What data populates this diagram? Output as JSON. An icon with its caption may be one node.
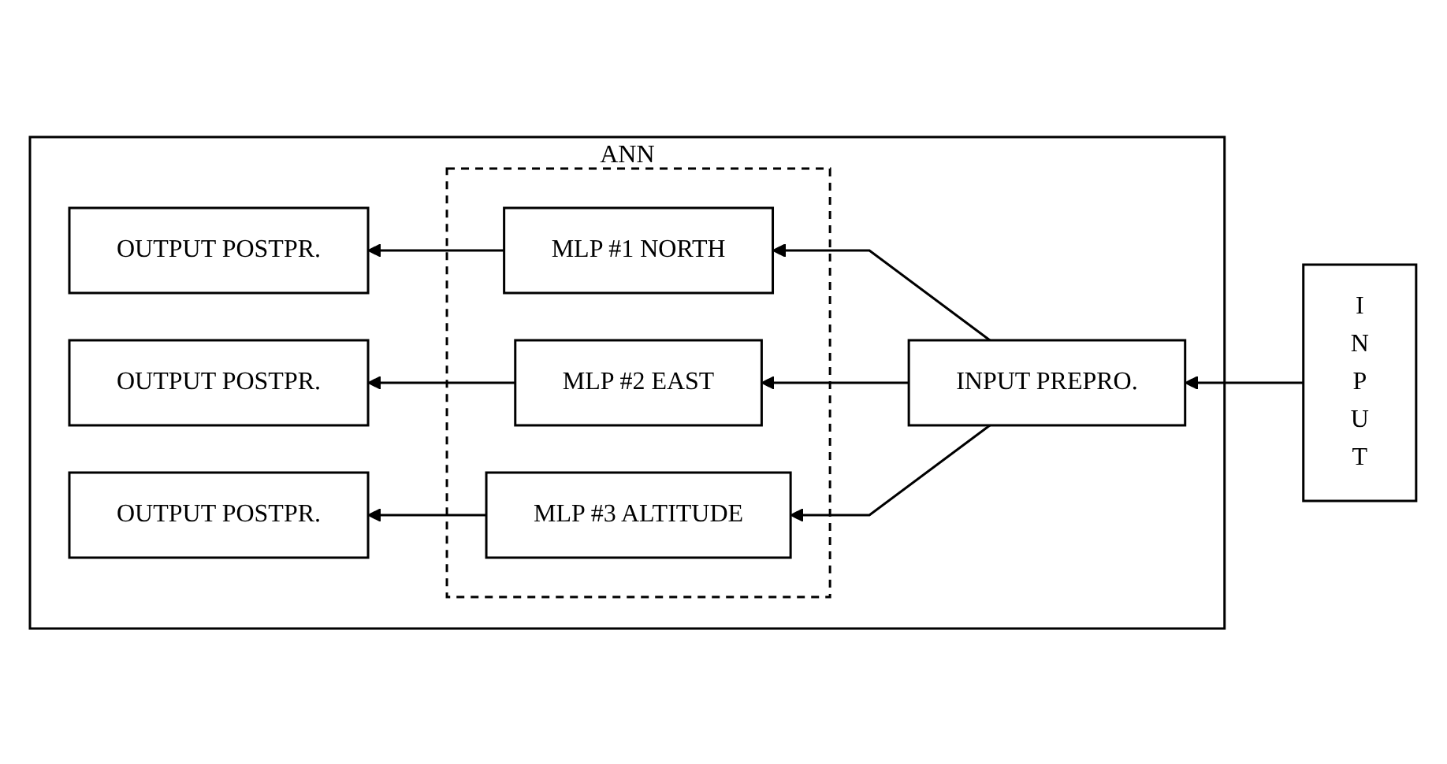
{
  "diagram": {
    "nodes": [
      {
        "text": [
          "ANN"
        ]
      },
      {
        "text": [],
        "shape": "box",
        "in": 0
      },
      {
        "text": [
          "OUTPUT POSTPR."
        ],
        "in": 0
      },
      {
        "text": [
          "MLP #1 NORTH"
        ],
        "in": 1
      },
      {
        "text": [
          "OUTPUT POSTPR."
        ],
        "in": 0
      },
      {
        "text": [
          "MLP #2 EAST"
        ],
        "in": 1
      },
      {
        "text": [
          "INPUT PREPRO."
        ],
        "in": 0
      },
      {
        "text": [
          "I N P U T"
        ]
      },
      {
        "text": [
          "OUTPUT POSTPR."
        ],
        "in": 0
      },
      {
        "text": [
          "MLP #3 ALTITUDE"
        ],
        "in": 1
      }
    ],
    "edges": [
      {
        "from": 7,
        "to": 6,
        "arrow": "to"
      },
      {
        "from": 6,
        "to": 3,
        "arrow": "to"
      },
      {
        "from": 6,
        "to": 5,
        "arrow": "to"
      },
      {
        "from": 6,
        "to": 9,
        "arrow": "to"
      },
      {
        "from": 3,
        "to": 2,
        "arrow": "to"
      },
      {
        "from": 5,
        "to": 4,
        "arrow": "to"
      },
      {
        "from": 9,
        "to": 8,
        "arrow": "to"
      }
    ]
  }
}
